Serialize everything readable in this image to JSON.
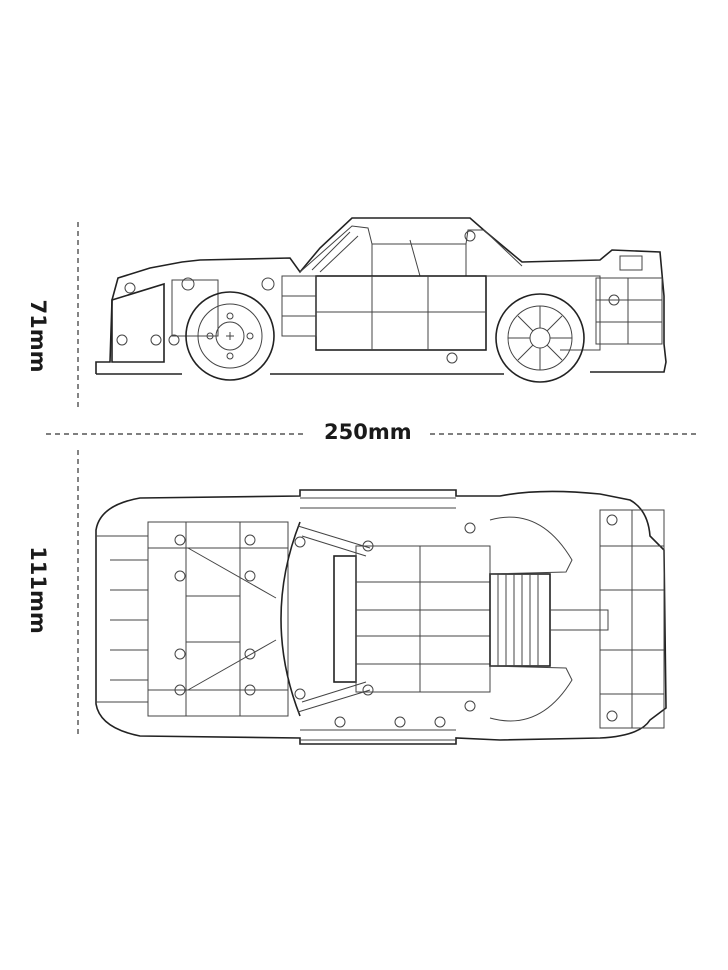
{
  "dimensions": {
    "length": "250mm",
    "height": "71mm",
    "width": "111mm"
  },
  "colors": {
    "line": "#222222",
    "background": "#ffffff"
  }
}
